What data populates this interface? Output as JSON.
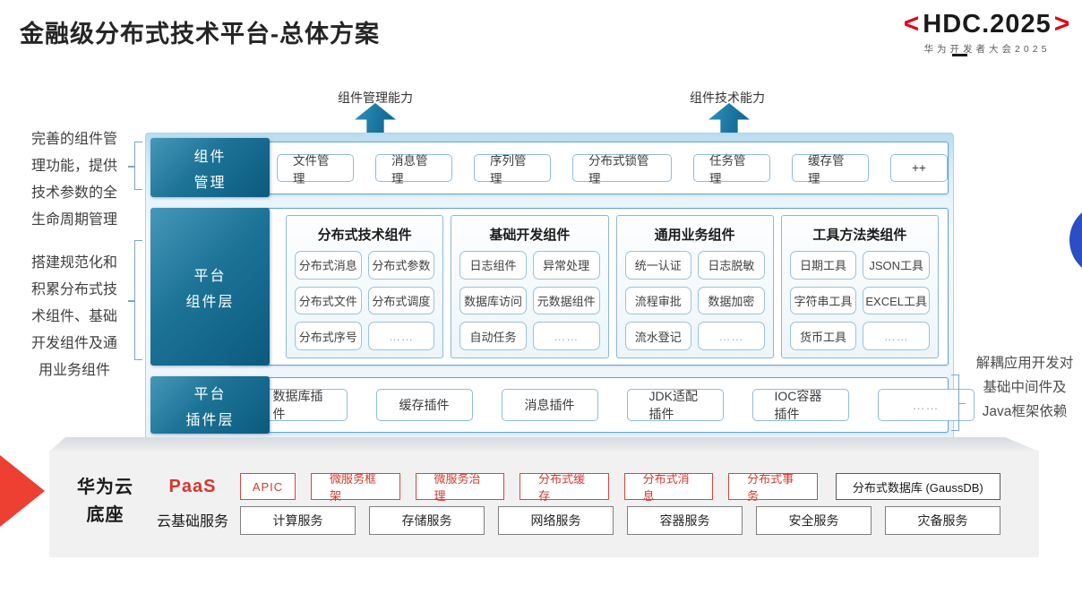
{
  "title": "金融级分布式技术平台-总体方案",
  "logo": {
    "open_bracket": "<",
    "name": "HDC.2025",
    "close_bracket": ">",
    "subtitle": "华为开发者大会2025"
  },
  "capability_arrows": [
    {
      "label": "组件管理能力"
    },
    {
      "label": "组件技术能力"
    }
  ],
  "annotations": {
    "left_top": [
      "完善的组件管",
      "理功能，提供",
      "技术参数的全",
      "生命周期管理"
    ],
    "left_bottom": [
      "搭建规范化和",
      "积累分布式技",
      "术组件、基础",
      "开发组件及通",
      "用业务组件"
    ],
    "right": [
      "解耦应用开发对",
      "基础中间件及",
      "Java框架依赖"
    ]
  },
  "management_row": {
    "label": [
      "组件",
      "管理"
    ],
    "items": [
      "文件管理",
      "消息管理",
      "序列管理",
      "分布式锁管理",
      "任务管理",
      "缓存管理",
      "++"
    ]
  },
  "component_layer": {
    "label": [
      "平台",
      "组件层"
    ],
    "columns": [
      {
        "header": "分布式技术组件",
        "items": [
          "分布式消息",
          "分布式参数",
          "分布式文件",
          "分布式调度",
          "分布式序号",
          "……"
        ]
      },
      {
        "header": "基础开发组件",
        "items": [
          "日志组件",
          "异常处理",
          "数据库访问",
          "元数据组件",
          "自动任务",
          "……"
        ]
      },
      {
        "header": "通用业务组件",
        "items": [
          "统一认证",
          "日志脱敏",
          "流程审批",
          "数据加密",
          "流水登记",
          "……"
        ]
      },
      {
        "header": "工具方法类组件",
        "items": [
          "日期工具",
          "JSON工具",
          "字符串工具",
          "EXCEL工具",
          "货币工具",
          "……"
        ]
      }
    ]
  },
  "plugin_layer": {
    "label": [
      "平台",
      "插件层"
    ],
    "items": [
      "数据库插件",
      "缓存插件",
      "消息插件",
      "JDK适配插件",
      "IOC容器插件",
      "……"
    ]
  },
  "foundation": {
    "label": [
      "华为云",
      "底座"
    ],
    "paas": {
      "label": "PaaS",
      "items": [
        "APIC",
        "微服务框架",
        "微服务治理",
        "分布式缓存",
        "分布式消息",
        "分布式事务"
      ],
      "db_item": "分布式数据库 (GaussDB)"
    },
    "cloud_services": {
      "label": "云基础服务",
      "items": [
        "计算服务",
        "存储服务",
        "网络服务",
        "容器服务",
        "安全服务",
        "灾备服务"
      ]
    }
  },
  "colors": {
    "teal_dark": "#0b5a7e",
    "teal_light": "#4697b8",
    "panel_blue": "#b9dcf0",
    "border_blue": "#66a3cd",
    "red_accent": "#d9352b",
    "hdc_red": "#e60012",
    "foundation_gray": "#f1f1f2",
    "circle_blue": "#2b4ec6"
  }
}
